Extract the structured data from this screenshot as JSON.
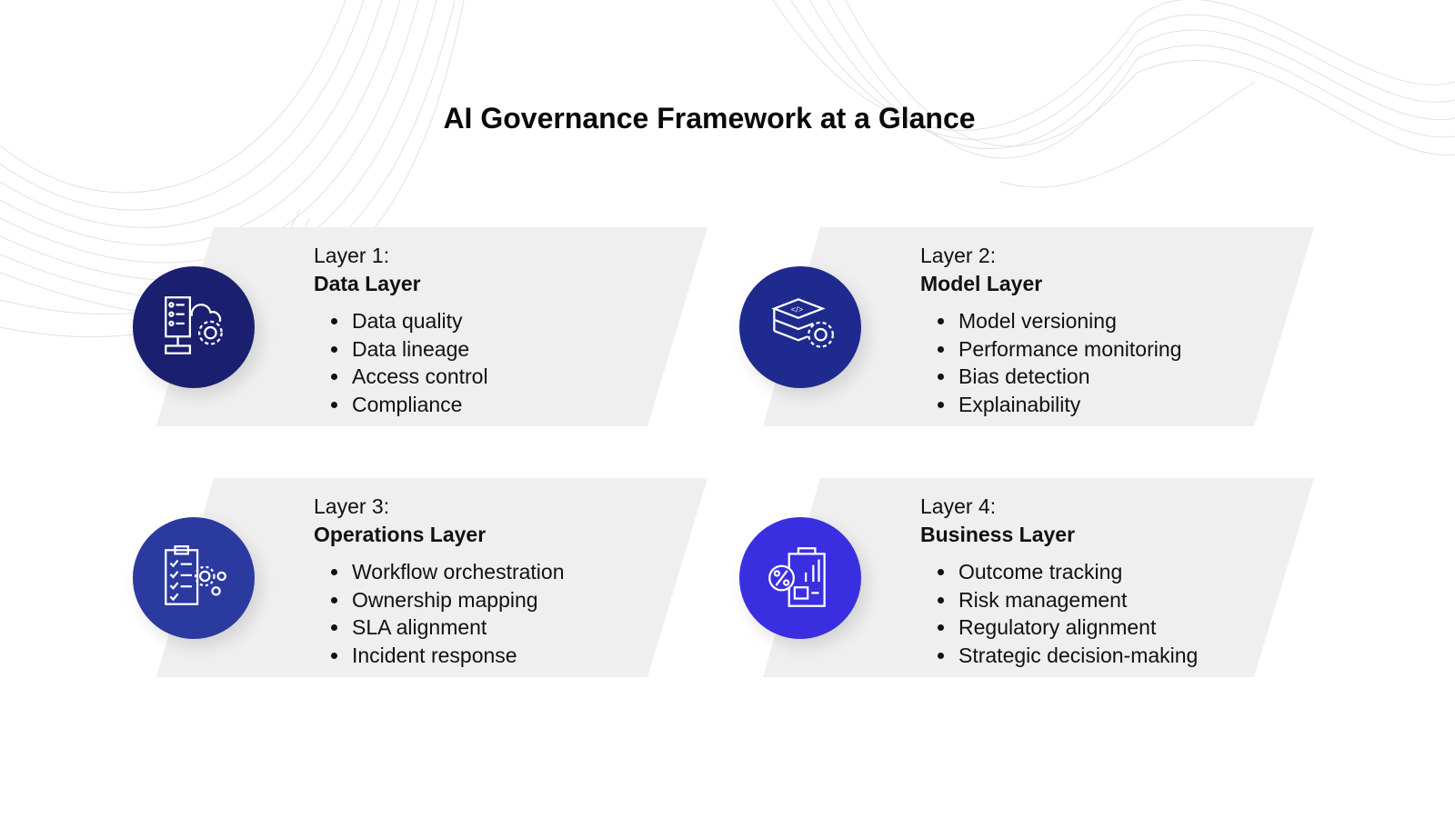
{
  "title": "AI Governance Framework at a Glance",
  "layers": [
    {
      "label": "Layer 1:",
      "name": "Data Layer",
      "icon": "server-cloud-gear-icon",
      "color": "#1b1f6f",
      "items": [
        "Data quality",
        "Data lineage",
        "Access control",
        "Compliance"
      ]
    },
    {
      "label": "Layer 2:",
      "name": "Model Layer",
      "icon": "stacked-layers-code-gear-icon",
      "color": "#1f2a8e",
      "items": [
        "Model versioning",
        "Performance monitoring",
        "Bias detection",
        "Explainability"
      ]
    },
    {
      "label": "Layer 3:",
      "name": "Operations Layer",
      "icon": "clipboard-checklist-gears-icon",
      "color": "#2b3a9f",
      "items": [
        "Workflow orchestration",
        "Ownership mapping",
        "SLA alignment",
        "Incident response"
      ]
    },
    {
      "label": "Layer 4:",
      "name": "Business Layer",
      "icon": "clipboard-chart-percent-icon",
      "color": "#3a2fe0",
      "items": [
        "Outcome tracking",
        "Risk management",
        "Regulatory alignment",
        "Strategic decision-making"
      ]
    }
  ]
}
